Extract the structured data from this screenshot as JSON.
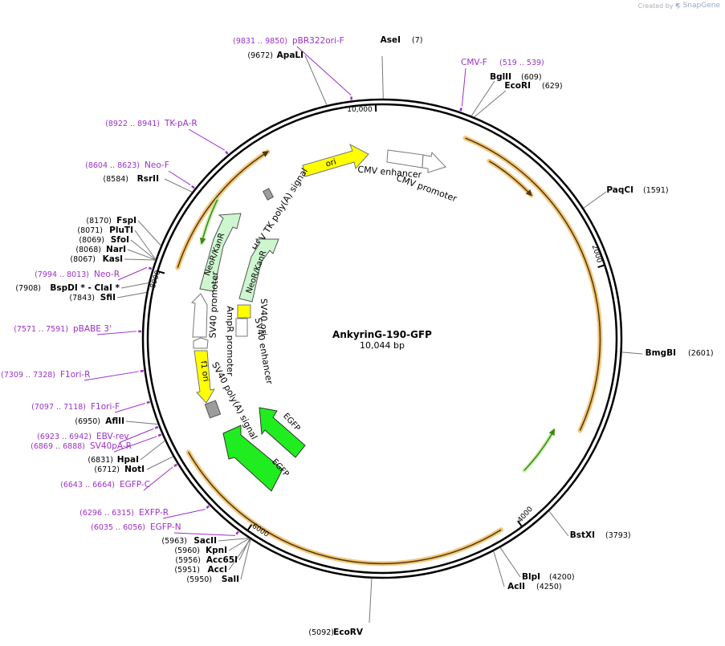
{
  "credit": {
    "prefix": "Created by",
    "brand": "SnapGene"
  },
  "plasmid": {
    "name": "AnkyrinG-190-GFP",
    "length_label": "10,044 bp",
    "length": 10044
  },
  "colors": {
    "backbone": "#000000",
    "primer": "#9b30c9",
    "feature_outline_orange": "#f2b34e",
    "feature_arrow": "#4e3a10",
    "ori": "#ffff00",
    "neo": "#cdf6cf",
    "egfp": "#1fed1f",
    "neutral": "#ffffff",
    "polyA": "#9c9c9c",
    "green_arrow": "#3a8a14"
  },
  "ticks": [
    {
      "label": "10,000",
      "pos": 10000
    },
    {
      "label": "2000",
      "pos": 2000
    },
    {
      "label": "4000",
      "pos": 4000
    },
    {
      "label": "6000",
      "pos": 6000
    },
    {
      "label": "8000",
      "pos": 8000
    }
  ],
  "enzymes": [
    {
      "name": "AseI",
      "position": "(7)",
      "site": 7
    },
    {
      "name": "BglII",
      "position": "(609)",
      "site": 609
    },
    {
      "name": "EcoRI",
      "position": "(629)",
      "site": 629
    },
    {
      "name": "PaqCI",
      "position": "(1591)",
      "site": 1591
    },
    {
      "name": "BmgBI",
      "position": "(2601)",
      "site": 2601
    },
    {
      "name": "BstXI",
      "position": "(3793)",
      "site": 3793
    },
    {
      "name": "BlpI",
      "position": "(4200)",
      "site": 4200
    },
    {
      "name": "AclI",
      "position": "(4250)",
      "site": 4250
    },
    {
      "name": "EcoRV",
      "position": "(5092)",
      "site": 5092
    },
    {
      "name": "SalI",
      "position": "(5950)",
      "site": 5950
    },
    {
      "name": "AccI",
      "position": "(5951)",
      "site": 5951
    },
    {
      "name": "Acc65I",
      "position": "(5956)",
      "site": 5956
    },
    {
      "name": "KpnI",
      "position": "(5960)",
      "site": 5960
    },
    {
      "name": "SacII",
      "position": "(5963)",
      "site": 5963
    },
    {
      "name": "NotI",
      "position": "(6712)",
      "site": 6712
    },
    {
      "name": "HpaI",
      "position": "(6831)",
      "site": 6831
    },
    {
      "name": "AflII",
      "position": "(6950)",
      "site": 6950
    },
    {
      "name": "SfiI",
      "position": "(7843)",
      "site": 7843
    },
    {
      "name": "BspDI * - ClaI *",
      "position": "(7908)",
      "site": 7908
    },
    {
      "name": "KasI",
      "position": "(8067)",
      "site": 8067
    },
    {
      "name": "NarI",
      "position": "(8068)",
      "site": 8068
    },
    {
      "name": "SfoI",
      "position": "(8069)",
      "site": 8069
    },
    {
      "name": "PluTI",
      "position": "(8071)",
      "site": 8071
    },
    {
      "name": "FspI",
      "position": "(8170)",
      "site": 8170
    },
    {
      "name": "RsrII",
      "position": "(8584)",
      "site": 8584
    },
    {
      "name": "ApaLI",
      "position": "(9672)",
      "site": 9672
    }
  ],
  "primers": [
    {
      "name": "pBR322ori-F",
      "range": "(9831 .. 9850)",
      "start": 9831,
      "end": 9850
    },
    {
      "name": "CMV-F",
      "range": "(519 .. 539)",
      "start": 519,
      "end": 539
    },
    {
      "name": "TK-pA-R",
      "range": "(8922 .. 8941)",
      "start": 8922,
      "end": 8941
    },
    {
      "name": "Neo-F",
      "range": "(8604 .. 8623)",
      "start": 8604,
      "end": 8623
    },
    {
      "name": "Neo-R",
      "range": "(7994 .. 8013)",
      "start": 7994,
      "end": 8013
    },
    {
      "name": "pBABE 3'",
      "range": "(7571 .. 7591)",
      "start": 7571,
      "end": 7591
    },
    {
      "name": "F1ori-R",
      "range": "(7309 .. 7328)",
      "start": 7309,
      "end": 7328
    },
    {
      "name": "F1ori-F",
      "range": "(7097 .. 7118)",
      "start": 7097,
      "end": 7118
    },
    {
      "name": "EBV-rev",
      "range": "(6923 .. 6942)",
      "start": 6923,
      "end": 6942
    },
    {
      "name": "SV40pA-R",
      "range": "(6869 .. 6888)",
      "start": 6869,
      "end": 6888
    },
    {
      "name": "EGFP-C",
      "range": "(6643 .. 6664)",
      "start": 6643,
      "end": 6664
    },
    {
      "name": "EXFP-R",
      "range": "(6296 .. 6315)",
      "start": 6296,
      "end": 6315
    },
    {
      "name": "EGFP-N",
      "range": "(6035 .. 6056)",
      "start": 6035,
      "end": 6056
    }
  ],
  "features": [
    {
      "name": "ori",
      "kind": "ori"
    },
    {
      "name": "CMV enhancer",
      "kind": "neutral"
    },
    {
      "name": "CMV promoter",
      "kind": "neutral"
    },
    {
      "name": "HSV TK poly(A) signal",
      "kind": "polyA"
    },
    {
      "name": "NeoR/KanR",
      "kind": "neo"
    },
    {
      "name": "NeoR/KanR",
      "kind": "neo"
    },
    {
      "name": "SV40 promoter",
      "kind": "neutral"
    },
    {
      "name": "SV40 ori",
      "kind": "ori"
    },
    {
      "name": "AmpR promoter",
      "kind": "neutral"
    },
    {
      "name": "SV40 enhancer",
      "kind": "neutral"
    },
    {
      "name": "f1 ori",
      "kind": "ori"
    },
    {
      "name": "SV40 poly(A) signal",
      "kind": "polyA"
    },
    {
      "name": "EGFP",
      "kind": "egfp"
    },
    {
      "name": "EGFP",
      "kind": "egfp"
    }
  ]
}
